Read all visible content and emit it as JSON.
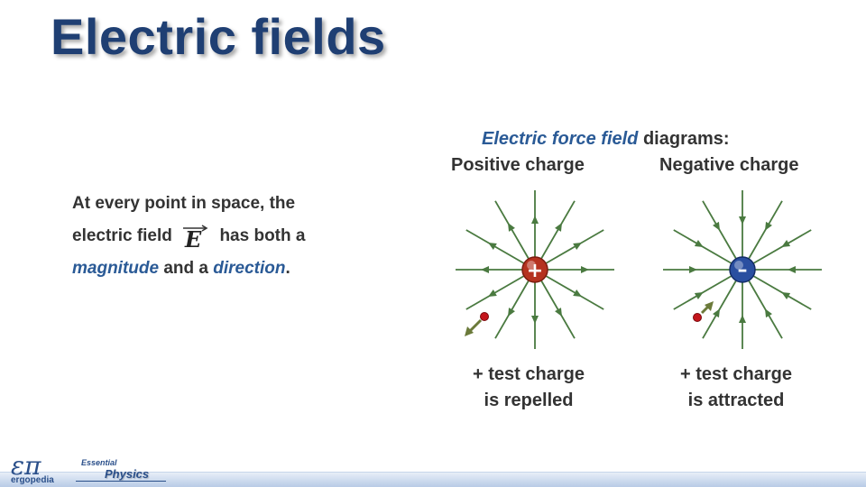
{
  "slide": {
    "title": "Electric fields",
    "body": {
      "line1": "At every point in space, the",
      "line2_pre": "electric field",
      "line2_post": "has both a",
      "magnitude": "magnitude",
      "and": " and a ",
      "direction": "direction",
      "period": ".",
      "field_symbol": "E"
    },
    "diagram_heading": {
      "emphasis": "Electric force field",
      "rest": " diagrams:"
    },
    "positive": {
      "label": "Positive charge",
      "symbol": "+",
      "caption_line1": "+ test charge",
      "caption_line2": "is repelled"
    },
    "negative": {
      "label": "Negative charge",
      "symbol": "–",
      "caption_line1": "+ test charge",
      "caption_line2": "is attracted"
    }
  },
  "footer": {
    "logo_symbol": "επ",
    "logo_brand": "ergopedia",
    "series_small": "Essential",
    "series_big": "Physics"
  },
  "colors": {
    "title": "#1f3f73",
    "emphasis": "#2a5a96",
    "field_line": "#4a7a40",
    "positive_charge": "#b5321f",
    "negative_charge": "#2a4fa0",
    "test_charge": "#c4161c",
    "test_arrow": "#6b7a3a"
  },
  "icons": {
    "positive_charge": "plus-charge-icon",
    "negative_charge": "minus-charge-icon",
    "test_charge": "test-charge-dot-icon"
  }
}
